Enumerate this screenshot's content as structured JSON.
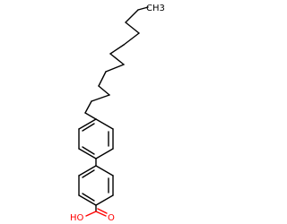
{
  "molecule": {
    "atom_labels": {
      "methyl_terminal": "CH3",
      "hydroxyl": "HO",
      "carbonyl_oxygen": "O"
    },
    "colors": {
      "bond": "#000000",
      "carbon_label": "#000000",
      "oxygen_label": "#ff0000",
      "background": "#ffffff"
    }
  }
}
